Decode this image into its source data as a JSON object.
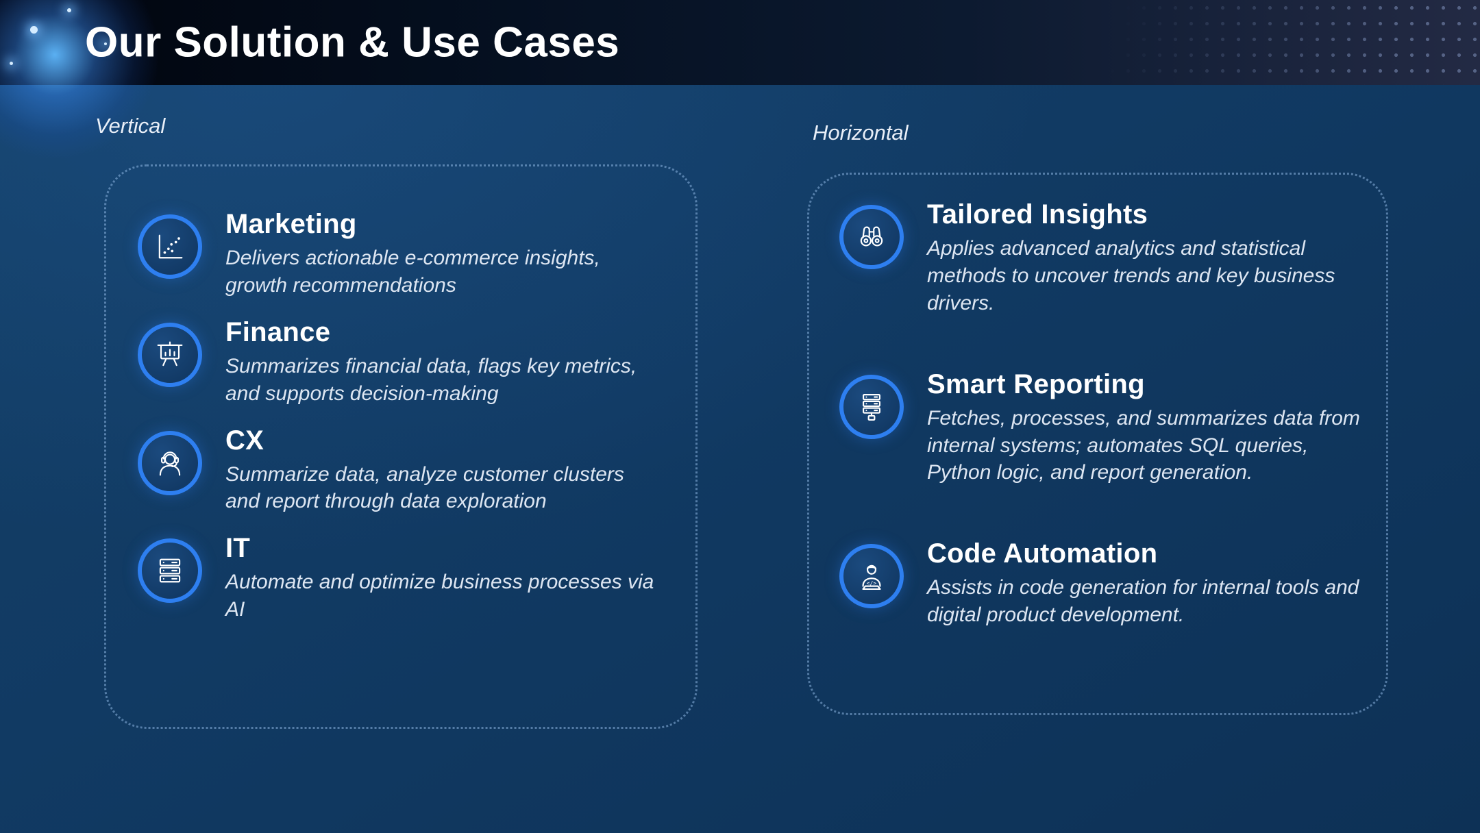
{
  "slide": {
    "title": "Our Solution & Use Cases"
  },
  "columns": [
    {
      "label": "Vertical",
      "items": [
        {
          "icon": "scatter-chart-icon",
          "title": "Marketing",
          "description": "Delivers actionable e-commerce insights, growth recommendations"
        },
        {
          "icon": "presentation-chart-icon",
          "title": "Finance",
          "description": "Summarizes financial data, flags key metrics, and supports decision-making"
        },
        {
          "icon": "headset-agent-icon",
          "title": "CX",
          "description": "Summarize data, analyze customer clusters and report through data exploration"
        },
        {
          "icon": "server-stack-icon",
          "title": "IT",
          "description": "Automate and optimize business processes via AI"
        }
      ]
    },
    {
      "label": "Horizontal",
      "items": [
        {
          "icon": "binoculars-icon",
          "title": "Tailored Insights",
          "description": "Applies advanced analytics and statistical methods to uncover trends and key business drivers."
        },
        {
          "icon": "database-report-icon",
          "title": "Smart Reporting",
          "description": "Fetches, processes, and summarizes data from internal systems; automates SQL queries, Python logic, and report generation."
        },
        {
          "icon": "developer-code-icon",
          "title": "Code Automation",
          "description": "Assists in code generation for internal tools and digital product development."
        }
      ]
    }
  ],
  "colors": {
    "background": "#113a63",
    "header_dark": "#02060f",
    "accent_ring": "#2e7ff0",
    "icon_circle_fill": "#143c68",
    "text_primary": "#ffffff",
    "text_secondary": "#dde6f2",
    "dotted_border": "rgba(152,192,236,0.5)"
  }
}
